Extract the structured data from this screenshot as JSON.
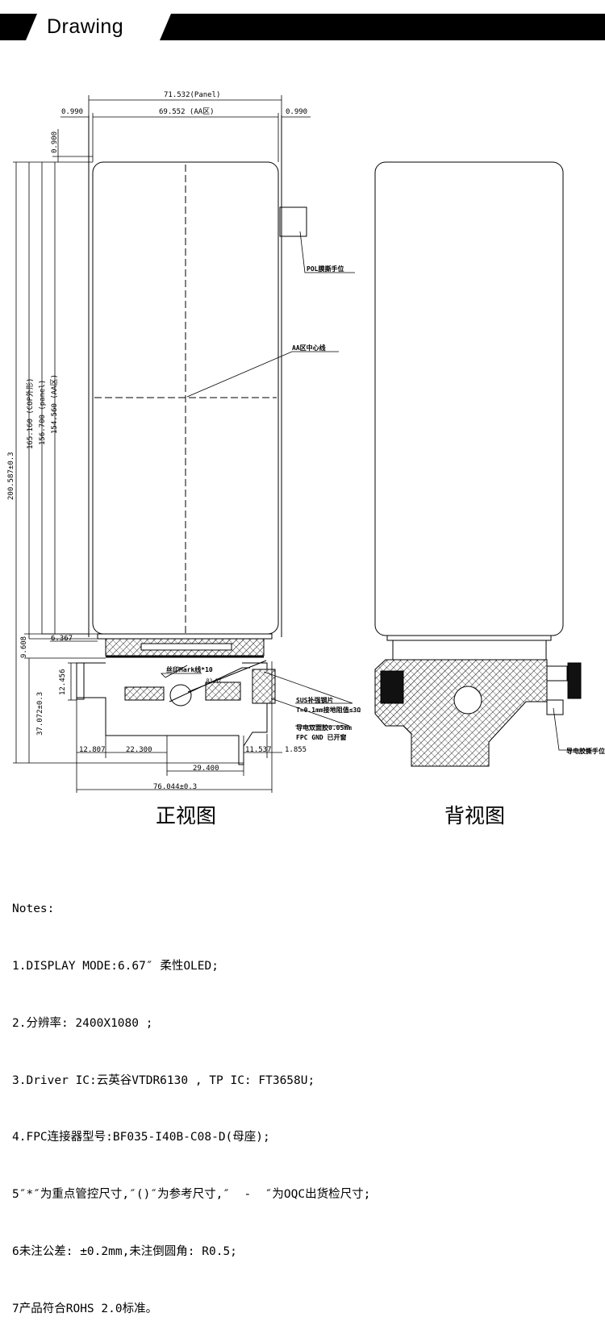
{
  "header": {
    "title": "Drawing"
  },
  "front_view": {
    "caption": "正视图",
    "dims": {
      "panel_width": "71.532(Panel)",
      "aa_width": "69.552 (AA区)",
      "left_border": "0.990",
      "right_border": "0.990",
      "top_border": "0.900",
      "total_height": "200.587±0.3",
      "cop_height": "165.160 (COP外形)",
      "panel_height": "156.700 (panel)",
      "aa_height": "154.560 (AA区)",
      "d9608": "9.608",
      "d6367": "6.367",
      "d12456": "12.456",
      "d37072": "37.072±0.3",
      "d12807": "12.807",
      "d22300": "22.300",
      "d29400": "29.400",
      "d11537": "11.537",
      "d1855": "1.855",
      "total_width": "76.044±0.3"
    },
    "notes": {
      "pol": "POL膜撕手位",
      "aa_center": "AA区中心线",
      "silk_mark": "丝印Mark线*10",
      "r": "R3.52",
      "sus_line1": "SUS补强钢片",
      "sus_line2": "T=0.1mm接地阻值≤3Ω",
      "cond_line1": "导电双面胶0.05mm",
      "cond_line2": "FPC GND 已开窗"
    }
  },
  "back_view": {
    "caption": "背视图",
    "notes": {
      "tab": "导电胶撕手位"
    }
  },
  "notes": [
    "Notes:",
    "1.DISPLAY MODE:6.67″ 柔性OLED;",
    "2.分辨率: 2400X1080 ;",
    "3.Driver IC:云英谷VTDR6130 , TP IC: FT3658U;",
    "4.FPC连接器型号:BF035-I40B-C08-D(母座);",
    "5″*″为重点管控尺寸,″()″为参考尺寸,″  -  ″为OQC出货检尺寸;",
    "6未注公差: ±0.2mm,未注倒圆角: R0.5;",
    "7产品符合ROHS 2.0标准。"
  ],
  "colors": {
    "ink": "#000000",
    "background": "#ffffff",
    "header": "#000000"
  }
}
